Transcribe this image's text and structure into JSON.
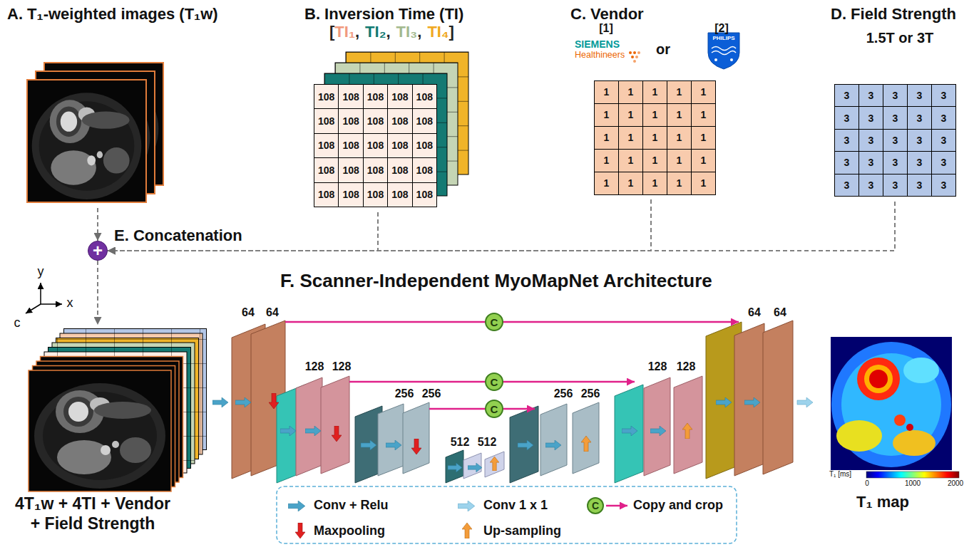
{
  "diagram": {
    "nodes": [
      {
        "text": [
          "A. T₁-weighted images (T₁w)"
        ]
      },
      {
        "text": [
          "B. Inversion Time (TI)"
        ]
      },
      {
        "text": [
          "C. Vendor"
        ]
      },
      {
        "text": [
          "D. Field Strength"
        ]
      },
      {
        "text": [
          "+"
        ]
      },
      {
        "text": [
          "4T₁w + 4TI + Vendor + Field Strength"
        ]
      },
      {
        "text": [
          "C"
        ]
      },
      {
        "text": [
          "C"
        ]
      },
      {
        "text": [
          "C"
        ]
      },
      {
        "text": [
          "T₁ map"
        ]
      }
    ],
    "edges": [
      {
        "from": 0,
        "to": 4,
        "arrow": "to"
      },
      {
        "from": 1,
        "to": 4,
        "arrow": "to"
      },
      {
        "from": 2,
        "to": 4,
        "arrow": "to"
      },
      {
        "from": 3,
        "to": 4,
        "arrow": "to"
      },
      {
        "from": 4,
        "to": 5,
        "arrow": "to"
      }
    ],
    "labels": [
      "[",
      "TI₁",
      ",",
      "TI₂",
      ",",
      "TI₃",
      ",",
      "TI₄",
      "]",
      "108",
      "108",
      "108",
      "108",
      "108",
      "108",
      "108",
      "108",
      "108",
      "108",
      "108",
      "108",
      "108",
      "108",
      "108",
      "108",
      "108",
      "108",
      "108",
      "108",
      "108",
      "108",
      "108",
      "108",
      "108",
      "[1]",
      "[2]",
      "SIEMENS",
      "Healthineers",
      "or",
      "PHILIPS",
      "1",
      "1",
      "1",
      "1",
      "1",
      "1",
      "1",
      "1",
      "1",
      "1",
      "1",
      "1",
      "1",
      "1",
      "1",
      "1",
      "1",
      "1",
      "1",
      "1",
      "1",
      "1",
      "1",
      "1",
      "1",
      "1.5T or 3T",
      "3",
      "3",
      "3",
      "3",
      "3",
      "3",
      "3",
      "3",
      "3",
      "3",
      "3",
      "3",
      "3",
      "3",
      "3",
      "3",
      "3",
      "3",
      "3",
      "3",
      "3",
      "3",
      "3",
      "3",
      "3",
      "E. Concatenation",
      "y",
      "x",
      "c",
      "F. Scanner-Independent MyoMapNet Architecture",
      "64",
      "64",
      "128",
      "128",
      "256",
      "256",
      "512",
      "512",
      "256",
      "256",
      "128",
      "128",
      "64",
      "64",
      "C",
      "T₁ [ms]",
      "0",
      "1000",
      "2000"
    ],
    "legend": [
      {
        "text": "Conv + Relu"
      },
      {
        "text": "Conv 1 x 1"
      },
      {
        "text": "Copy and crop"
      },
      {
        "text": "Maxpooling"
      },
      {
        "text": "Up-sampling"
      }
    ]
  }
}
